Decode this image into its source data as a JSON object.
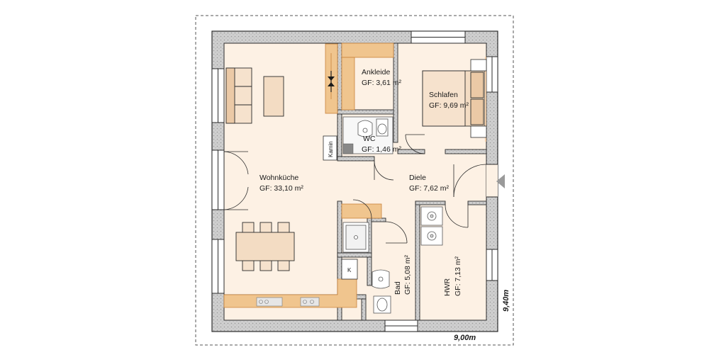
{
  "floorplan": {
    "rooms": {
      "ankleide": {
        "name": "Ankleide",
        "area": "GF: 3,61 m²"
      },
      "schlafen": {
        "name": "Schlafen",
        "area": "GF: 9,69 m²"
      },
      "wc": {
        "name": "WC",
        "area": "GF: 1,46 m²"
      },
      "wohnkueche": {
        "name": "Wohnküche",
        "area": "GF: 33,10 m²"
      },
      "diele": {
        "name": "Diele",
        "area": "GF: 7,62 m²"
      },
      "bad": {
        "name": "Bad",
        "area": "GF: 5,08 m²"
      },
      "hwr": {
        "name": "HWR",
        "area": "GF: 7,13 m²"
      }
    },
    "labels": {
      "kamin": "Kamin",
      "k": "K"
    },
    "dimensions": {
      "width": "9,00m",
      "depth": "9,40m"
    },
    "colors": {
      "floor": "#fdf1e4",
      "wall_fill": "#c8c8c8",
      "wall_edge": "#2b2b2b",
      "wood": "#f0c58e",
      "wood_edge": "#c9823a",
      "dashed": "#555555",
      "fixture": "#b5b5b5"
    }
  }
}
